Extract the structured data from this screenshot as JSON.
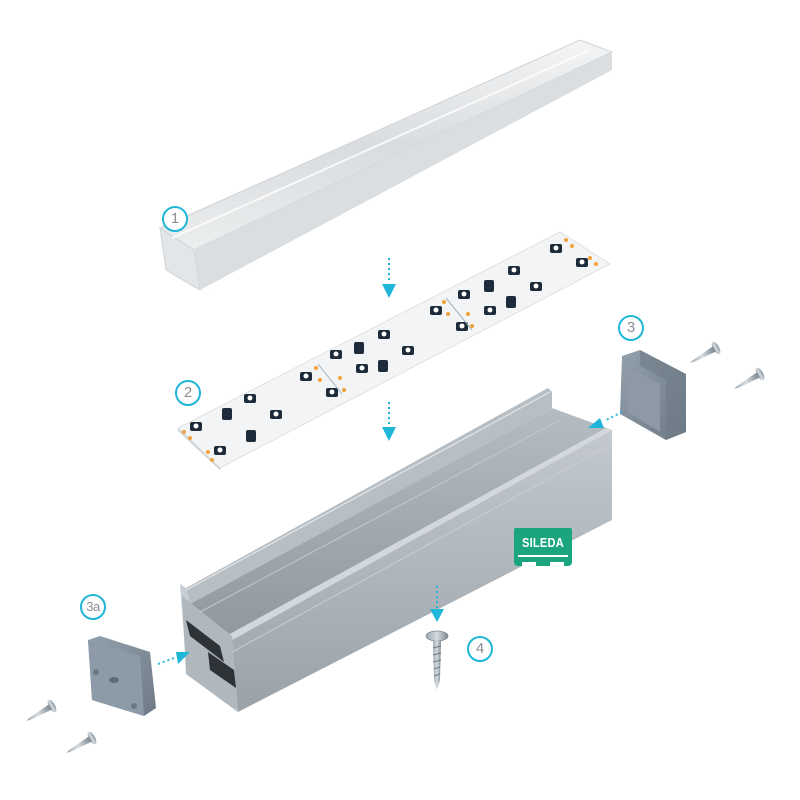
{
  "diagram": {
    "type": "exploded-assembly-view",
    "subject": "LED aluminium profile kit",
    "accent_color": "#1fb6d8",
    "brand_color": "#1aa57f",
    "profile_color": "#a9b0b6",
    "end_cap_color": "#7f8b96",
    "led_dot_color": "#f2a23a"
  },
  "callouts": [
    {
      "id": "1",
      "label": "1",
      "part": "diffuser-cover"
    },
    {
      "id": "2",
      "label": "2",
      "part": "led-strip"
    },
    {
      "id": "3",
      "label": "3",
      "part": "end-cap-right"
    },
    {
      "id": "3a",
      "label": "3a",
      "part": "end-cap-left"
    },
    {
      "id": "4",
      "label": "4",
      "part": "mounting-screw"
    }
  ],
  "brand": {
    "logo_text": "SILEDA"
  }
}
